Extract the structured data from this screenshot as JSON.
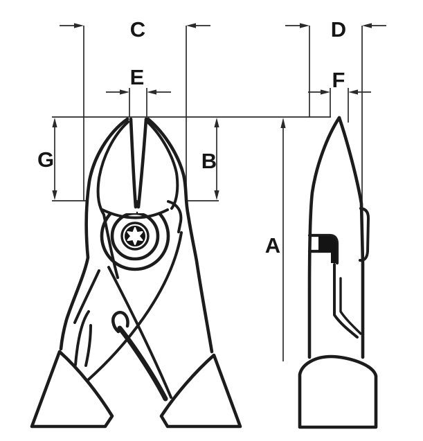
{
  "diagram": {
    "background_color": "#ffffff",
    "tool_line_color": "#1c1c1c",
    "dimension_line_color": "#2a2a2a",
    "labels": {
      "a": "A",
      "b": "B",
      "c": "C",
      "d": "D",
      "e": "E",
      "f": "F",
      "g": "G"
    }
  }
}
